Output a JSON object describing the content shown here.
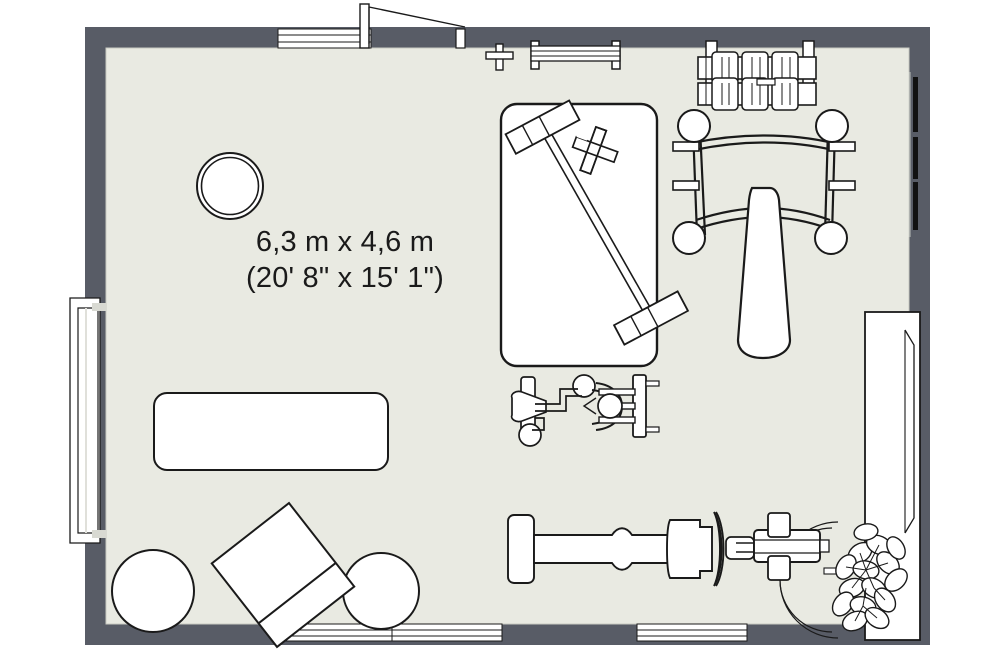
{
  "plan": {
    "title": "Home gym floor plan",
    "room": {
      "name": "gym-room",
      "dimensions_metric": "6,3 m x 4,6 m",
      "dimensions_imperial": "(20' 8\" x 15' 1\")"
    },
    "colors": {
      "wall": "#585c66",
      "floor": "#e9eae2",
      "outline": "#1a1a1a",
      "furniture_fill": "#ffffff",
      "page_background": "#ffffff",
      "label_text": "#1a1a1a",
      "dark_panel": "#111111"
    },
    "openings": [
      {
        "name": "window-top-left",
        "type": "window",
        "wall": "top"
      },
      {
        "name": "door-top-sliding",
        "type": "sliding-door",
        "wall": "top"
      },
      {
        "name": "bay-window-left",
        "type": "bay-window",
        "wall": "left"
      },
      {
        "name": "dark-window-right",
        "type": "window",
        "wall": "right"
      },
      {
        "name": "door-right-bottom",
        "type": "door",
        "wall": "right"
      },
      {
        "name": "window-bottom-left",
        "type": "window",
        "wall": "bottom"
      },
      {
        "name": "window-bottom-right",
        "type": "window",
        "wall": "bottom"
      }
    ],
    "furniture": [
      {
        "name": "weight-plate",
        "label": "weight plate"
      },
      {
        "name": "yoga-mat-bench",
        "label": "bench"
      },
      {
        "name": "exercise-mat",
        "label": "exercise mat"
      },
      {
        "name": "barbell",
        "label": "barbell"
      },
      {
        "name": "dumbbell",
        "label": "dumbbell"
      },
      {
        "name": "dumbbell-rack",
        "label": "dumbbell rack"
      },
      {
        "name": "barbell-rack",
        "label": "barbell rack"
      },
      {
        "name": "elliptical-trainer",
        "label": "elliptical trainer"
      },
      {
        "name": "weight-machine",
        "label": "weight machine"
      },
      {
        "name": "treadmill",
        "label": "treadmill"
      },
      {
        "name": "stool-left",
        "label": "stool"
      },
      {
        "name": "stool-right",
        "label": "stool"
      },
      {
        "name": "ottoman",
        "label": "ottoman"
      },
      {
        "name": "potted-plant",
        "label": "potted plant"
      },
      {
        "name": "mirror-panel",
        "label": "mirror panel"
      }
    ]
  }
}
